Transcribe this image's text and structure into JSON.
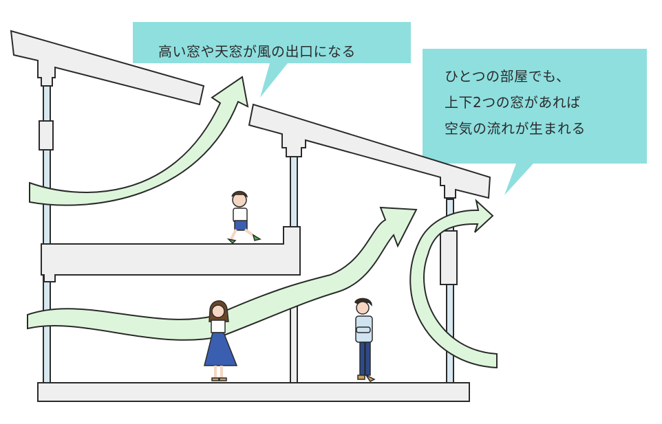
{
  "colors": {
    "callout_bg": "#8fdfdf",
    "wind_arrow_fill": "#ddf6db",
    "structure_fill": "#efefef",
    "outline": "#2a2a2a",
    "column_fill": "#d7e8f0"
  },
  "callouts": {
    "skylight": "高い窓や天窓が風の出口になる",
    "two_windows": {
      "line1": "ひとつの部屋でも、",
      "line2": "上下2つの窓があれば",
      "line3": "空気の流れが生まれる"
    }
  },
  "figures": [
    "child-running",
    "woman-in-blue-dress",
    "man-standing"
  ],
  "icons": [
    "wind-arrow-icon"
  ]
}
